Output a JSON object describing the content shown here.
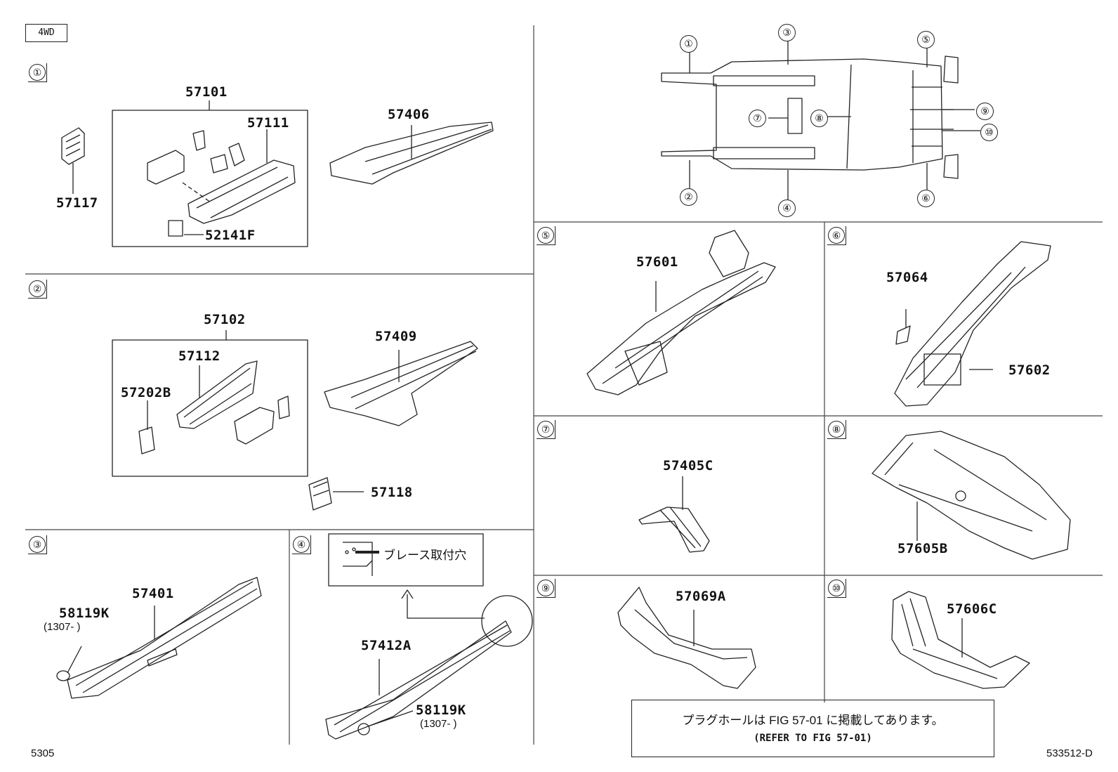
{
  "tag": "4WD",
  "sections": {
    "s1": "①",
    "s2": "②",
    "s3": "③",
    "s4": "④",
    "s5": "⑤",
    "s6": "⑥",
    "s7": "⑦",
    "s8": "⑧",
    "s9": "⑨",
    "s10": "⑩"
  },
  "parts": {
    "p57101": "57101",
    "p57111": "57111",
    "p57117": "57117",
    "p52141F": "52141F",
    "p57406": "57406",
    "p57102": "57102",
    "p57112": "57112",
    "p57202B": "57202B",
    "p57409": "57409",
    "p57118": "57118",
    "p57401": "57401",
    "p58119K_a": "58119K",
    "p57412A": "57412A",
    "p58119K_b": "58119K",
    "p57601": "57601",
    "p57064": "57064",
    "p57602": "57602",
    "p57405C": "57405C",
    "p57605B": "57605B",
    "p57069A": "57069A",
    "p57606C": "57606C"
  },
  "dates": {
    "d1": "(1307-     )",
    "d2": "(1307-     )"
  },
  "detail_label": "ブレース取付穴",
  "note": {
    "line1": "プラグホールは FIG 57-01 に掲載してあります。",
    "line2": "(REFER TO FIG 57-01)"
  },
  "footer": {
    "left": "5305",
    "right": "533512-D"
  },
  "key_numbers": [
    "①",
    "②",
    "③",
    "④",
    "⑤",
    "⑥",
    "⑦",
    "⑧",
    "⑨",
    "⑩"
  ]
}
